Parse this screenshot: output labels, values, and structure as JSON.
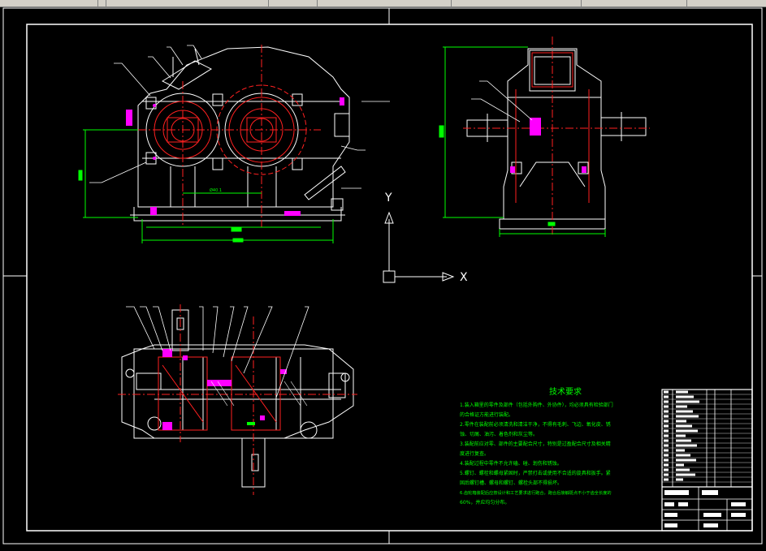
{
  "window": {
    "toolbar_icons": [
      "layer-icon",
      "color-icon",
      "linetype-icon"
    ]
  },
  "drawing": {
    "colors": {
      "background": "#000000",
      "white_lines": "#ffffff",
      "red_lines": "#ff2020",
      "magenta": "#ff00ff",
      "green_dims": "#00ff00",
      "text_green": "#00ff00"
    },
    "ucs": {
      "y_label": "Y",
      "x_label": "X"
    },
    "front_view": {
      "dimension_label": "Ø40.1"
    },
    "tech_requirements": {
      "title": "技术要求",
      "lines": [
        "1.装入箱里的零件及部件（包括外购件、外协件），均必须具有检验部门",
        "的合格证方能进行装配。",
        "2.零件在装配前必须清洗和清洁干净，不得有毛刺、飞边、氧化皮、锈",
        "蚀、切屑、油污、着色剂和灰尘等。",
        "3.装配前应对零、部件的主要配合尺寸，特别是过盈配合尺寸及相关精",
        "度进行复查。",
        "4.装配过程中零件不允许磕、碰、划伤和锈蚀。",
        "5.螺钉、螺栓和螺母紧固时，严禁打击或使用不合适的旋具和扳手。紧",
        "固后螺钉槽、螺母和螺钉、螺栓头部不得损坏。",
        "6.齿轮箱装配后应按设计和工艺要求进行跑合，跑合后接触斑点不小于齿全长度的",
        "60%，并应均匀分布。"
      ]
    }
  }
}
